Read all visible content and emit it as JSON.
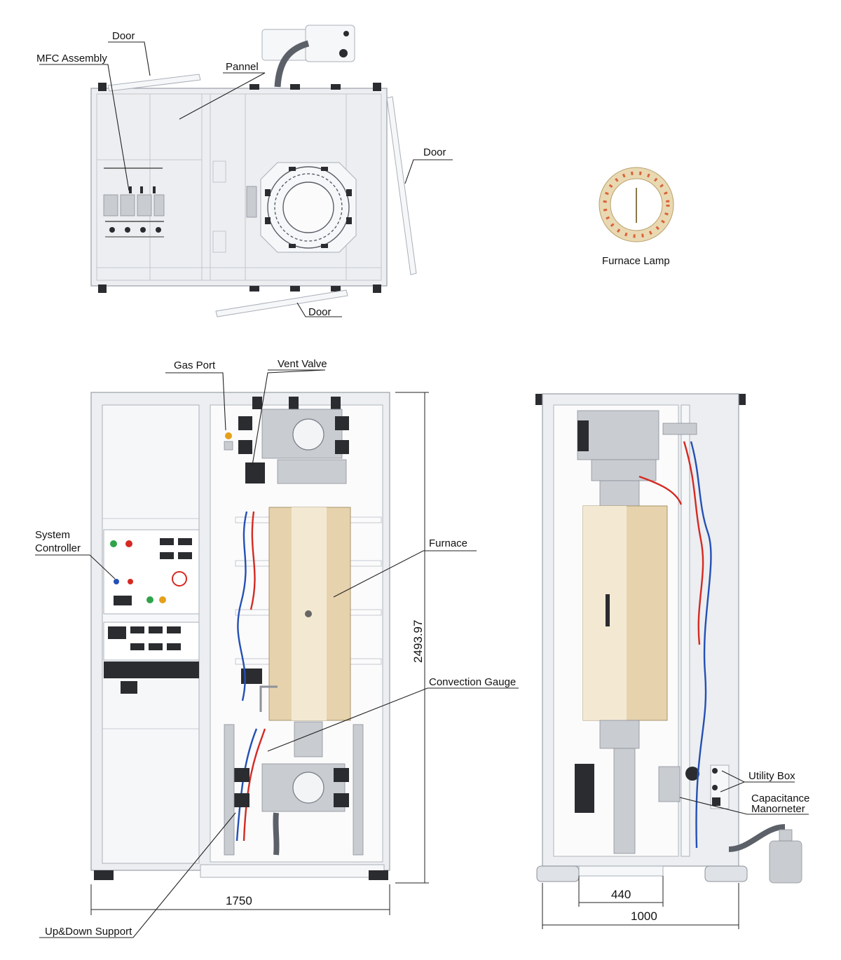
{
  "labels": {
    "door_top_left": "Door",
    "mfc_assembly": "MFC Assembly",
    "pannel": "Pannel",
    "door_right": "Door",
    "door_bottom": "Door",
    "furnace_lamp": "Furnace Lamp",
    "gas_port": "Gas Port",
    "vent_valve": "Vent Valve",
    "system_controller_line1": "System",
    "system_controller_line2": "Controller",
    "furnace": "Furnace",
    "convection_gauge": "Convection Gauge",
    "up_down_support": "Up&Down Support",
    "utility_box": "Utility Box",
    "capacitance_line1": "Capacitance",
    "capacitance_line2": "Manorneter"
  },
  "dimensions": {
    "height": "2493.97",
    "front_width": "1750",
    "side_inner": "440",
    "side_width": "1000"
  },
  "colors": {
    "frame": "#eceef1",
    "furnace": "#e6d3ad",
    "wire_red": "#d42a22",
    "wire_blue": "#2450b5"
  }
}
